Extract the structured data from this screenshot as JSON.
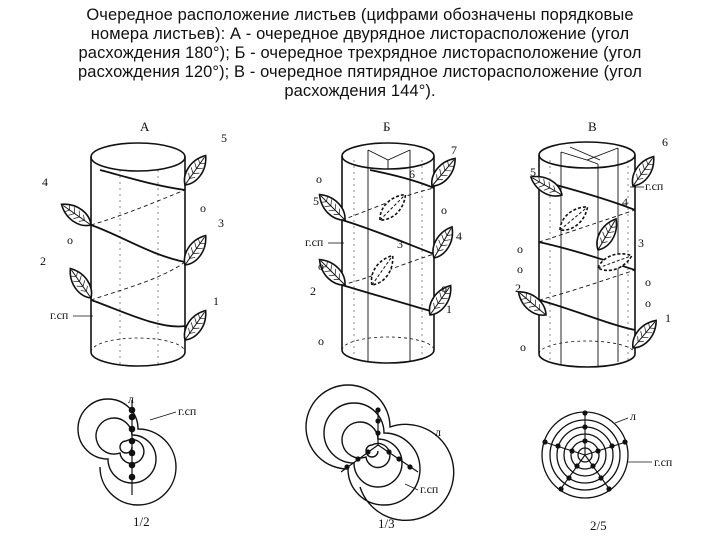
{
  "caption": {
    "lines": [
      "Очередное расположение листьев (цифрами обозначены порядковые",
      "номера листьев): А - очередное двурядное листорасположение (угол",
      "расхождения 180°); Б - очередное трехрядное листорасположение (угол",
      "расхождения 120°); В - очередное пятирядное листорасположение (угол",
      "расхождения 144°)."
    ]
  },
  "figure_a": {
    "title": "А",
    "leaf_numbers": [
      "1",
      "2",
      "3",
      "4",
      "5"
    ],
    "node_mark": "о",
    "spiral_label": "г.сп",
    "diagram_leaf_label": "л",
    "diagram_spiral_label": "г.сп",
    "fraction": "1/2"
  },
  "figure_b": {
    "title": "Б",
    "leaf_numbers": [
      "1",
      "2",
      "3",
      "4",
      "5",
      "6",
      "7"
    ],
    "node_mark": "о",
    "spiral_label": "г.сп",
    "diagram_leaf_label": "л",
    "diagram_spiral_label": "г.сп",
    "fraction": "1/3"
  },
  "figure_c": {
    "title": "В",
    "leaf_numbers": [
      "1",
      "2",
      "3",
      "4",
      "5",
      "6"
    ],
    "node_mark": "о",
    "spiral_label": "г.сп",
    "diagram_leaf_label": "л",
    "diagram_spiral_label": "г.сп",
    "fraction": "2/5"
  }
}
